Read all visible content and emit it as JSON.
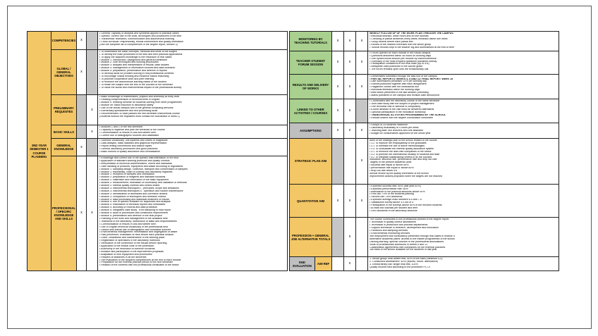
{
  "palette": {
    "yellow": "#f3c766",
    "green": "#a9d08e",
    "gray": "#bfbfbf",
    "gray_fill": "#c6c6c6",
    "white": "#ffffff",
    "grid": "#1f1f1f"
  },
  "left_table": {
    "side_label_lines": [
      "2nd YEAR",
      "SEMESTER 1",
      "COURSE",
      "PLANNING"
    ],
    "marker_col_widths": [
      14,
      16
    ],
    "rows": [
      {
        "h": 26,
        "labels": [
          {
            "text": "COMPETENCIES",
            "color": "yellow",
            "w": 36
          }
        ],
        "markers": [
          {
            "mark": "x",
            "gray": false
          },
          {
            "mark": "",
            "gray": true
          }
        ],
        "lines": [
          "• General: capacity of analysis and synthesis applied to practical cases",
          "• Specific: correct use of the tools, techniques and procedures of the field",
          "• Transversal: teamwork, communication and autonomous learning",
          "• Cross curricular: responsibility, ethical commitment and quality orientation",
          "(See the complete list of competences in the degree report, section 3)"
        ]
      },
      {
        "h": 65,
        "labels": [
          {
            "text": "GLOBAL / GENERAL OBJECTIVES",
            "color": "yellow",
            "w": 36
          }
        ],
        "markers": [
          {
            "mark": "x",
            "gray": false
          },
          {
            "mark": "",
            "gray": true
          }
        ],
        "lines": [
          "• To understand the basic concepts, methods and limits of the subject",
          "• To identify the main processes of the field and their practical applications",
          "• To apply the acquired knowledge to the resolution of real cases",
          "• Module 1: introduction, background and general framework",
          "• Module 2: core techniques and working procedures",
          "• Module 3: analysis and interpretation of results; case studies",
          "• Module 4: management of information sources and data collection",
          "• Module 5: preparation, presentation and defence of reports",
          "• To develop skills for problem solving in real professional contexts",
          "• To encourage critical thinking and evidence based reasoning",
          "• To promote cooperative work and peer learning",
          "• To reinforce the autonomous learning habits of the student",
          "• To relate the subject with the rest of the courses of the semester",
          "• To value the social and environmental impact of the professional activity"
        ]
      },
      {
        "h": 43,
        "labels": [
          {
            "text": "PRELIMINARY REQUISITES",
            "color": "yellow",
            "w": 36
          }
        ],
        "markers": [
          {
            "mark": "",
            "gray": true
          },
          {
            "mark": "x",
            "gray": false
          }
        ],
        "lines": [
          "• Basic knowledge of mathematics, physics and chemistry at entry level",
          "• Reading comprehension of technical texts in English",
          "• Module 0: levelling seminar for students coming from other programmes",
          "• Module 0b: basic induction to laboratory safety",
          "• Use of the virtual campus and of the general computing services",
          "• Elementary spreadsheet and text processing skills",
          "• Recommended: to have passed the first semester instrumental course",
          "(Students without the requisites must contact the coordinator in week 1)"
        ]
      },
      {
        "h": 19,
        "labels": [
          {
            "text": "BASIC SKILLS",
            "color": "yellow",
            "w": 36
          }
        ],
        "markers": [
          {
            "mark": "",
            "gray": true
          },
          {
            "mark": "x",
            "gray": false
          }
        ],
        "lines": [
          "• Modules 1 and 2 of the first semester",
          "• Capacity to organise and plan the workload of the course",
          "• Communication of results in oral and written form",
          "• Correct use of bibliographic sources and databases"
        ]
      },
      {
        "h": 25,
        "labels": [
          {
            "text": "GENERAL KNOWLEDGE",
            "color": "yellow",
            "w": 36
          }
        ],
        "markers": [
          {
            "mark": "x",
            "gray": false
          },
          {
            "mark": "",
            "gray": true
          }
        ],
        "lines": [
          "• Scientific vocabulary, unit systems and orders of magnitude",
          "• Data analysis, basic statistics and graphical representation",
          "• Report writing conventions and citation styles",
          "• General laboratory procedures and good practices",
          "• Basic notions of quality assurance and normalisation"
        ]
      },
      {
        "h": 163,
        "labels": [
          {
            "text": "PROFESSIONAL / SPECIFIC KNOWLEDGE AND SKILLS",
            "color": "yellow",
            "w": 36
          }
        ],
        "markers": [
          {
            "mark": "x",
            "gray": false
          },
          {
            "mark": "x",
            "gray": false
          }
        ],
        "lines": [
          "• Knowledge and correct use of the specific instrumentation of the field",
          "• Application of standard working protocols and quality controls",
          "• Interpretation of technical documentation, norms and standards",
          "• Safe handling of products, equipment and waste according to regulations",
          "• Module 1: sampling design, collection, transport and conservation of samples",
          "• Module 1: traceability, chain of custody and laboratory registries",
          "• Module 1: reception of samples and codification",
          "• Module 2: preparation of reagents and standard solutions",
          "• Module 2: calibration and verification of the basic equipment",
          "• Module 2: measurement, estimation of uncertainty and validation of methods",
          "• Module 2: internal quality controls and control charts",
          "• Module 3: instrumental techniques I - principles, scope and limitations",
          "• Module 3: instrumental techniques II - operation and routine maintenance",
          "• Module 3: identification of anomalies and corrective actions",
          "• Module 3: comparison of techniques and selection criteria",
          "• Module 4: data processing and statistical treatment of results",
          "• Module 4: use of specific software for acquisition and analysis",
          "• Module 4: elaboration of technical reports and certificates",
          "• Module 4: archiving of records and data protection",
          "• Module 5: integrated case study - from sampling to final report",
          "• Module 5: audit of procedures and continuous improvement",
          "• Module 5: presentation and defence of the final project",
          "• Planning of the work and management of the available time",
          "• Teamwork in the laboratory: distribution of tasks and responsibilities",
          "• Communication of results in oral and written form",
          "• Use of English technical vocabulary of the professional field",
          "• Search and critical use of bibliographic and normative sources",
          "• Environmental management: minimisation and segregation of waste",
          "• Risk prevention: evaluation of risks before each practical session",
          "• Order, cleanliness and maintenance of the working place",
          "• Registration of operations in the laboratory notebook",
          "• Verification of the coherence of the results before reporting",
          "• Application of the ethical code of the profession",
          "• Autonomy in the resolution of common incidents",
          "• Initiative and participation in the improvement proposals",
          "• Adaptation to new equipment and procedures",
          "• Respect of deadlines in all the deliveries",
          "• Self evaluation of the acquired competences at the end of each module",
          "• Preparation for the external practice period of the next semester",
          "• Relation of the contents with the professional certificates of the sector"
        ]
      }
    ]
  },
  "right_table": {
    "marker_col_widths": [
      17,
      17,
      17
    ],
    "rows": [
      {
        "h": 28,
        "labels": [
          {
            "text": "MONITORING BY TEACHING TUTORIALS",
            "color": "green",
            "w": 60
          }
        ],
        "markers": [
          {
            "mark": "x",
            "gray": false
          },
          {
            "mark": "x",
            "gray": false
          },
          {
            "mark": "x",
            "gray": false
          }
        ],
        "lines": [
          "WEEKLY FOLLOW UP OF THE WORK PLAN THROUGH THE CAMPUS",
          "• Individual tutorials: office hours and on line tutorials",
          "• Checking of partial deliveries every week; feedback within one week",
          "• Group tutorial before each partial test",
          "• Review of the marked exercises with the whole group",
          "• Tutorial records kept in the teacher log and summarised at the end of term"
        ]
      },
      {
        "h": 33,
        "labels": [
          {
            "text": "TEACHER STUDENT FORUM SESSION",
            "color": "green",
            "w": 60
          }
        ],
        "markers": [
          {
            "mark": "x",
            "gray": false
          },
          {
            "mark": "x",
            "gray": false
          },
          {
            "mark": "x",
            "gray": false
          }
        ],
        "lines": [
          "• Forum opened for each module in the virtual campus",
          "• Questions answered within 48 hours on working days",
          "• One synchronous session per module by videoconference",
          "• Summary of the most frequent questions published weekly",
          "• Participation considered in the final mark (up to 5%)",
          "• Netiquette rules published in the course guide",
          "• The forum remains open until the extraordinary call"
        ]
      },
      {
        "h": 36,
        "labels": [
          {
            "text": "RESULTS AND DELIVERY OF WORKS",
            "color": "green",
            "w": 60
          }
        ],
        "markers": [
          {
            "mark": "x",
            "gray": false
          },
          {
            "mark": "x",
            "gray": false
          },
          {
            "mark": "x",
            "gray": false
          }
        ],
        "lines": [
          "• Deliverables submitted through the task tool of the campus",
          "• PARTIAL REPORTS: WEEKS 4, 8 AND 12; FINAL REPORT: WEEK 15",
          "• Late submissions penalised 10% per working day",
          "• Rubrics published together with each assignment",
          "• Plagiarism control with the institutional tool",
          "• Individual feedback within ten working days",
          "• Best works presented in the last session (voluntary)",
          "• Marks published in the campus and revision date announced"
        ]
      },
      {
        "h": 34,
        "labels": [
          {
            "text": "LINKED TO OTHER ACTIVITIES / COURSES",
            "color": "green",
            "w": 60
          }
        ],
        "markers": [
          {
            "mark": "x",
            "gray": false
          },
          {
            "mark": "x",
            "gray": false
          },
          {
            "mark": "",
            "gray": true
          }
        ],
        "lines": [
          "• Coordinated with the laboratory course of the same semester",
          "• Joint case study with the subject of project management",
          "• One technical visit or seminar is compulsory",
          "• A short abstract of the visit must be delivered afterwards",
          "• Optional participation in the innovation workshop",
          "• TRANSVERSAL ACTIVITIES PROGRAMMED BY THE SCHOOL",
          "• Results shared with the degree coordination committee"
        ]
      },
      {
        "h": 22,
        "labels": [
          {
            "text": "ASSUMPTIONS",
            "color": "gray",
            "w": 60
          }
        ],
        "markers": [
          {
            "mark": "x",
            "gray": false
          },
          {
            "mark": "x",
            "gray": false
          },
          {
            "mark": "x",
            "gray": false
          }
        ],
        "lines": [
          "• Groups of 25 students maximum",
          "• Laboratory availability of 4 hours per week",
          "• Teaching staff: two lecturers and one assistant",
          "• Budget for consumables approved for the whole year"
        ]
      },
      {
        "h": 65,
        "labels": [
          {
            "text": "STRATEGIC PLAN AIM",
            "color": "yellow",
            "w": 60
          }
        ],
        "markers": [
          {
            "mark": "",
            "gray": true
          },
          {
            "mark": "",
            "gray": false
          },
          {
            "mark": "x",
            "gray": false
          }
        ],
        "lines": [
          "Aims of the strategic plan of the school related to the course:",
          "• 1.2 To improve the employability of the graduates",
          "• 2.1 To increase the use of active methodologies",
          "• 2.4 To consolidate the internal quality assurance system",
          "• 3.1 To reinforce the links with companies of the sector",
          "• 3.3 To promote the international mobility of students and staff",
          "• 4.2 To integrate sustainability criteria in all the courses",
          "Indicators: success rate, performance rate and drop out rate",
          "Targets of the present academic year:",
          "• success rate equal or above 85%",
          "• performance rate equal or above 80%",
          "• drop out rate below 5%",
          "Annual review by the quality committee of the school",
          "Improvement actions proposed when the targets are not reached"
        ]
      },
      {
        "h": 48,
        "labels": [
          {
            "text": "QUANTITATIVE AIM",
            "color": "yellow",
            "w": 60
          }
        ],
        "markers": [
          {
            "mark": "x",
            "gray": false
          },
          {
            "mark": "x",
            "gray": false
          },
          {
            "mark": "x",
            "gray": false
          }
        ],
        "lines": [
          "• Expected success rate: 85% (last year 82%)",
          "• Expected performance rate: 80%",
          "• Attendance to the practical sessions above 90%",
          "• First call: 70% of the students passing",
          "• Second call: 15% additional",
          "• Expected average mark between 6.5 and 7.5",
          "• Satisfaction survey above 4.0 out of 5",
          "• Participation in the surveys above 60% of the enrolled students",
          "• At least two tutorials per student and term",
          "• Zero accidents in the laboratory sessions"
        ]
      },
      {
        "h": 56,
        "labels": [
          {
            "text": "PROFESSION + GENERAL JOB ALTERNATIVE TOTALS",
            "color": "yellow",
            "w": 60
          }
        ],
        "markers": [
          {
            "mark": "",
            "gray": true
          },
          {
            "mark": "x",
            "gray": false
          },
          {
            "mark": "",
            "gray": false
          }
        ],
        "lines": [
          "The course contributes to the professional profiles of the degree report:",
          "• Technician in quality control laboratories",
          "• Technician in production and process departments",
          "• Support technician in research, development and innovation",
          "• Fieldwork and sampling services",
          "• Environmental monitoring services",
          "Self employment and consultancy presented through real cases in module 5",
          "Alternative academic paths: access to the master programmes of the school",
          "Lifelong learning: specific courses of the professional associations",
          "Visits of professionals scheduled in weeks 6 and 13",
          "Collaboration agreements with companies for the external practices",
          "Job bank of the school available for the students of last year"
        ]
      },
      {
        "h": 19,
        "labels": [
          {
            "text": "END EVALUATION",
            "color": "gray",
            "w": 36
          },
          {
            "text": "AIM REF",
            "color": "yellow",
            "w": 24
          }
        ],
        "markers": [
          {
            "mark": "",
            "gray": false
          },
          {
            "mark": "x",
            "gray": false
          },
          {
            "mark": "",
            "gray": false
          }
        ],
        "lines": [
          "1. Whole group: final written test, 60% of the mark (minimum 4.0)",
          "2. Continuous assessment: 40% (reports, forum, attendance)",
          "3. Extraordinary call: single final test, 100%",
          "Quality records filed according to the procedure PC 07"
        ]
      }
    ]
  }
}
